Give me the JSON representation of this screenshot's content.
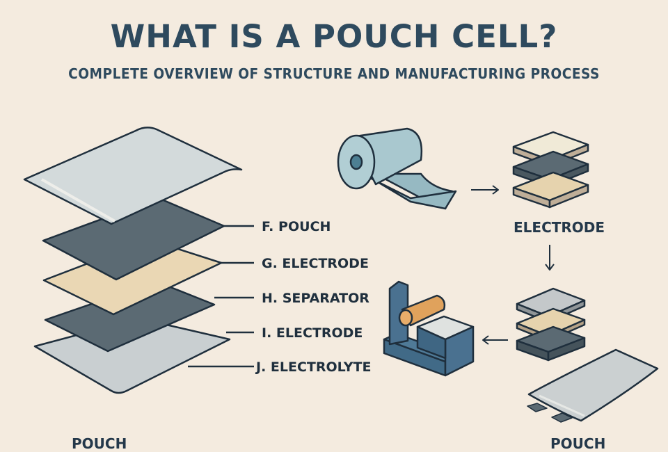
{
  "header": {
    "title": "WHAT IS A POUCH CELL?",
    "subtitle": "COMPLETE OVERVIEW OF STRUCTURE AND MANUFACTURING PROCESS"
  },
  "exploded_view": {
    "layers": [
      {
        "label": "F. POUCH",
        "color": "#5b6a73"
      },
      {
        "label": "G. ELECTRODE",
        "color": "#ead7b4"
      },
      {
        "label": "H. SEPARATOR",
        "color": "#5b6a73"
      },
      {
        "label": "I. ELECTRODE",
        "color": "#c9cfd1"
      },
      {
        "label": "J. ELECTROLYTE",
        "color": "#c9cfd1"
      }
    ],
    "top_sheet_color": "#d3dadb",
    "caption": "POUCH"
  },
  "process": {
    "steps": [
      {
        "name": "electrode-roll",
        "caption": ""
      },
      {
        "name": "electrode-stack",
        "caption": "ELECTRODE"
      },
      {
        "name": "layer-stack",
        "caption": ""
      },
      {
        "name": "press-machine",
        "caption": ""
      },
      {
        "name": "finished-pouch",
        "caption": "POUCH"
      }
    ],
    "arrows": [
      "right",
      "down",
      "left"
    ]
  },
  "colors": {
    "background": "#f4ebdf",
    "text": "#2e4a5e",
    "dark_layer": "#5b6a73",
    "beige_layer": "#ead7b4",
    "light_layer": "#d3dadb",
    "roll": "#a9c8cf",
    "machine": "#4a7190",
    "roller": "#e0a25c"
  }
}
